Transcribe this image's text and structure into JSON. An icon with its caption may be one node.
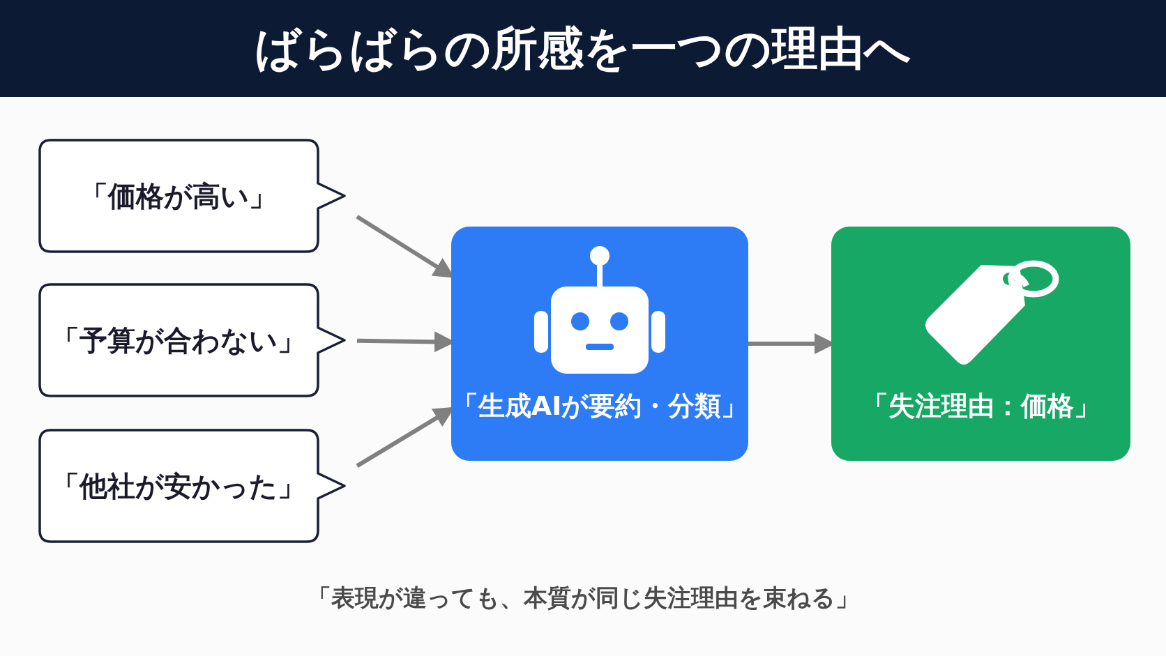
{
  "diagram": {
    "title": "ばらばらの所感を一つの理由へ",
    "nodes": [
      {
        "text": [
          "「価格が高い」"
        ]
      },
      {
        "text": [
          "「予算が合わない」"
        ]
      },
      {
        "text": [
          "「他社が安かった」"
        ]
      },
      {
        "text": [
          "「生成AIが要約・分類」"
        ]
      },
      {
        "text": [
          "「失注理由：価格」"
        ]
      }
    ],
    "edges": [
      {
        "from": 0,
        "to": 3,
        "arrow": "to"
      },
      {
        "from": 1,
        "to": 3,
        "arrow": "to"
      },
      {
        "from": 2,
        "to": 3,
        "arrow": "to"
      },
      {
        "from": 3,
        "to": 4,
        "arrow": "to"
      }
    ],
    "caption": "「表現が違っても、本質が同じ失注理由を束ねる」"
  }
}
